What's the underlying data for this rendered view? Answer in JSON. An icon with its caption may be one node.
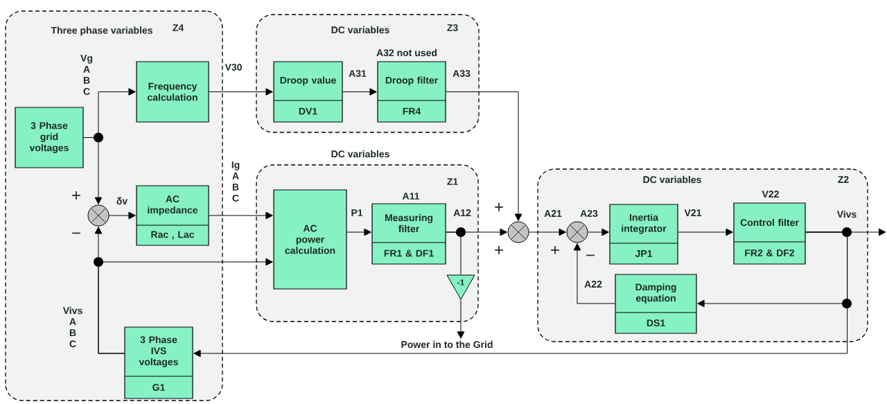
{
  "diagram": {
    "nodes": [
      {
        "text": [
          "Three phase variables",
          "Z4"
        ]
      },
      {
        "text": [
          "DC variables",
          "Z3"
        ]
      },
      {
        "text": [
          "DC variables",
          "Z1"
        ]
      },
      {
        "text": [
          "DC variables",
          "Z2"
        ]
      },
      {
        "text": [
          "3 Phase grid voltages"
        ],
        "in": 0
      },
      {
        "text": [
          "Frequency calculation"
        ],
        "in": 0
      },
      {
        "text": [],
        "shape": "circle",
        "in": 0
      },
      {
        "text": [
          "AC impedance",
          "Rac , Lac"
        ],
        "in": 0
      },
      {
        "text": [
          "3 Phase IVS voltages",
          "G1"
        ],
        "in": 0
      },
      {
        "text": [
          "Droop value",
          "DV1"
        ],
        "in": 1
      },
      {
        "text": [
          "Droop filter",
          "FR4"
        ],
        "in": 1,
        "beside": [
          "A32 not used"
        ]
      },
      {
        "text": [
          "AC power calculation"
        ],
        "in": 2
      },
      {
        "text": [
          "Measuring filter",
          "FR1 & DF1"
        ],
        "in": 2,
        "beside": [
          "A11"
        ]
      },
      {
        "text": [
          "-1"
        ],
        "in": 2
      },
      {
        "text": [],
        "shape": "circle"
      },
      {
        "text": [],
        "shape": "circle",
        "in": 3
      },
      {
        "text": [
          "Inertia integrator",
          "JP1"
        ],
        "in": 3
      },
      {
        "text": [
          "Control filter",
          "FR2 & DF2"
        ],
        "in": 3,
        "beside": [
          "V22"
        ]
      },
      {
        "text": [
          "Damping equation",
          "DS1"
        ],
        "in": 3
      },
      {
        "text": [
          "Power in to the Grid"
        ]
      }
    ],
    "edges": [
      {
        "from": 4,
        "to": 5,
        "arrow": "to"
      },
      {
        "from": 4,
        "to": 6,
        "arrow": "to"
      },
      {
        "from": 5,
        "to": 9,
        "arrow": "to",
        "label": "V30"
      },
      {
        "from": 9,
        "to": 10,
        "arrow": "to",
        "label": "A31"
      },
      {
        "from": 10,
        "to": 14,
        "arrow": "to",
        "label": "A33"
      },
      {
        "from": 6,
        "to": 7,
        "arrow": "to",
        "label": "δv"
      },
      {
        "from": 8,
        "to": 6,
        "arrow": "to"
      },
      {
        "from": 8,
        "to": 11,
        "arrow": "to"
      },
      {
        "from": 7,
        "to": 11,
        "arrow": "to"
      },
      {
        "from": 11,
        "to": 12,
        "arrow": "to",
        "label": "P1"
      },
      {
        "from": 12,
        "to": 14,
        "arrow": "to",
        "label": "A12"
      },
      {
        "from": 12,
        "to": 13,
        "arrow": "none"
      },
      {
        "from": 13,
        "to": 19,
        "arrow": "to"
      },
      {
        "from": 14,
        "to": 15,
        "arrow": "to",
        "label": "A21"
      },
      {
        "from": 15,
        "to": 16,
        "arrow": "to",
        "label": "A23"
      },
      {
        "from": 16,
        "to": 17,
        "arrow": "to",
        "label": "V21"
      },
      {
        "from": 17,
        "to": null,
        "arrow": "to",
        "label": "Vivs"
      },
      {
        "from": 17,
        "to": 18,
        "arrow": "to"
      },
      {
        "from": 18,
        "to": 15,
        "arrow": "to",
        "label": "A22"
      },
      {
        "from": 17,
        "to": 8,
        "arrow": "to"
      }
    ],
    "labels": [
      "Vg A B C",
      "Ig A B C",
      "+",
      "+",
      "−",
      "+",
      "+",
      "−",
      "Vivs A B C"
    ]
  }
}
